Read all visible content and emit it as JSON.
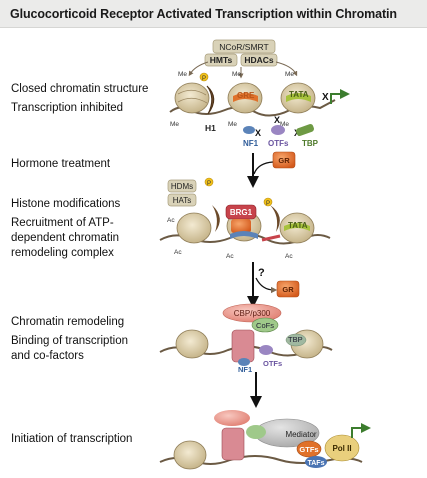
{
  "title": "Glucocorticoid Receptor Activated Transcription within Chromatin",
  "stages": [
    {
      "line1": "Closed chromatin structure",
      "line2": "Transcription inhibited",
      "line3": ""
    },
    {
      "line1": "Hormone treatment",
      "line2": "",
      "line3": ""
    },
    {
      "line1": "Histone modifications",
      "line2": "Recruitment of ATP-",
      "line3": "dependent chromatin",
      "line4": "remodeling complex"
    },
    {
      "line1": "Chromatin remodeling",
      "line2": "Binding of transcription",
      "line3": "and co-factors"
    },
    {
      "line1": "Initiation of transcription",
      "line2": "",
      "line3": ""
    }
  ],
  "labels": {
    "ncor": "NCoR/SMRT",
    "hmts": "HMTs",
    "hdacs": "HDACs",
    "me": "Me",
    "ac": "Ac",
    "p": "P",
    "x": "X",
    "h1": "H1",
    "gre": "GRE",
    "tata": "TATA",
    "nf1": "NF1",
    "otfs": "OTFs",
    "tbp": "TBP",
    "gr": "GR",
    "hdms": "HDMs",
    "hats": "HATs",
    "brg1": "BRG1",
    "question": "?",
    "cbp": "CBP/p300",
    "cofs": "CoFs",
    "mediator": "Mediator",
    "gtfs": "GTFs",
    "taf": "TAFs",
    "pol2": "Pol II"
  },
  "colors": {
    "title_bg": "#ebebea",
    "box_fill": "#d9d2b8",
    "nucleosome": "#d8c9a3",
    "h1": "#6b4a2a",
    "gre": "#e0712a",
    "tata": "#a7c23c",
    "nf1": "#5b83b8",
    "otfs": "#9a86c2",
    "tbp": "#6e9a44",
    "gr": "#e0712a",
    "brg1": "#c7434b",
    "phospho": "#f2c21a",
    "arrow_green": "#3c7d2e"
  }
}
